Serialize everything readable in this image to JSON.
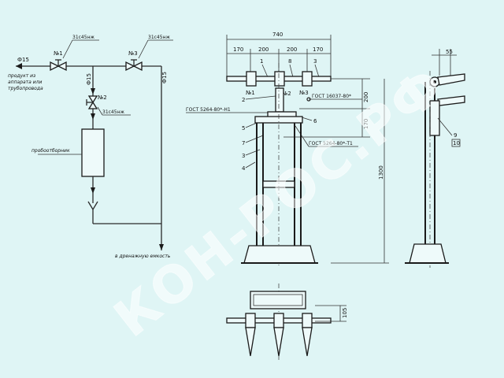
{
  "schematic": {
    "phi15_left": "Ф15",
    "source_line1": "продукт из",
    "source_line2": "аппарата или",
    "source_line3": "трубопровода",
    "valve1_label": "№1",
    "valve1_code": "31с45нж",
    "valve2_label": "№2",
    "valve2_code": "31с45нж",
    "valve3_label": "№3",
    "valve3_code": "31с45нж",
    "phi15_mid": "Ф15",
    "phi15_right": "Ф15",
    "sampler_label": "пробоотборник",
    "drain_label": "в дренажную емкость"
  },
  "front_view": {
    "dim_total": "740",
    "dim_1": "170",
    "dim_2": "200",
    "dim_3": "200",
    "dim_4": "170",
    "callout_1": "1",
    "callout_8": "8",
    "callout_3": "3",
    "callout_2": "2",
    "callout_5a": "5",
    "callout_7": "7",
    "callout_3b": "3",
    "callout_4": "4",
    "callout_6": "6",
    "valve1": "№1",
    "valve2": "№2",
    "valve3": "№3",
    "gost_1": "ГОСТ 16037-80*",
    "gost_2": "ГОСТ 5264-80*-Н1",
    "gost_3": "ГОСТ 5264-80*-Т1",
    "dim_200": "200",
    "dim_170": "170",
    "dim_1300": "1300"
  },
  "side_view": {
    "dim_55": "55",
    "callout_9": "9",
    "callout_10": "10"
  },
  "top_view": {
    "dim_105": "105"
  },
  "watermark": "КОН-РОС.РФ"
}
